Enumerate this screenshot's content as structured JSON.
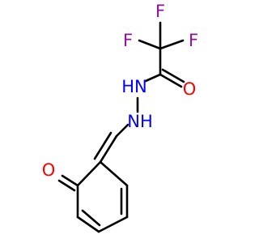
{
  "molecule": {
    "atoms": {
      "f_left": {
        "text": "F",
        "color": "#90109c"
      },
      "f_top": {
        "text": "F",
        "color": "#90109c"
      },
      "f_right": {
        "text": "F",
        "color": "#90109c"
      },
      "o_amide": {
        "text": "O",
        "color": "#ff0000"
      },
      "n_amide": {
        "text": "HN",
        "color": "#0000ff"
      },
      "n_amine": {
        "text": "NH",
        "color": "#0000ff"
      },
      "o_ring": {
        "text": "O",
        "color": "#ff0000"
      }
    },
    "bond_color": "#000000"
  }
}
